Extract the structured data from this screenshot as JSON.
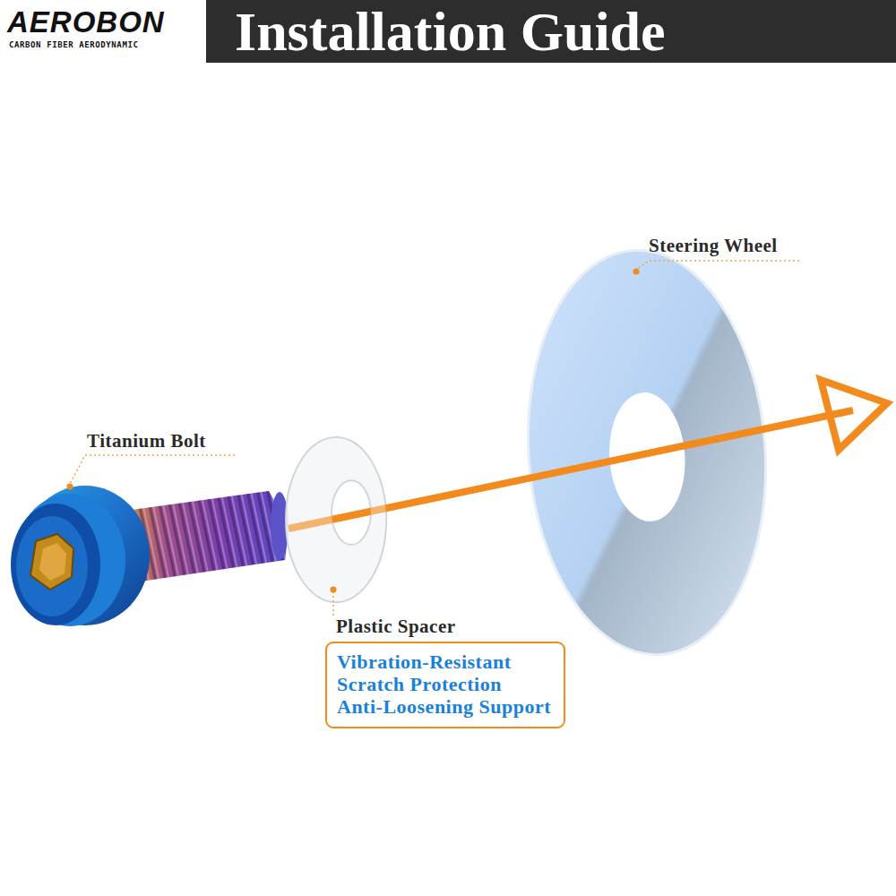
{
  "diagram": {
    "title": "Installation Guide",
    "nodes": [
      {
        "text": [
          "Plastic Spacer",
          "Vibration-Resistant",
          "Scratch Protection",
          "Anti-Loosening Support"
        ]
      }
    ],
    "labels": [
      "AEROBON",
      "CARBON FIBER AERODYNAMIC",
      "Titanium Bolt",
      "Steering Wheel"
    ]
  }
}
